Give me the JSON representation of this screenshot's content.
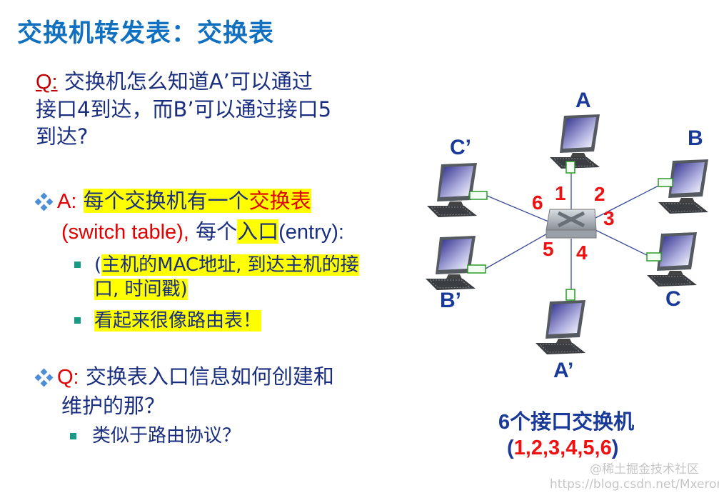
{
  "title": "交换机转发表：交换表",
  "question1": {
    "label": "Q:",
    "text_line1": " 交换机怎么知道A’可以通过",
    "text_line2": "接口4到达，而B’可以通过接口5",
    "text_line3": "到达?"
  },
  "answer": {
    "label": "A:",
    "hl_text": "每个交换机有一个",
    "hl_red": "交换表",
    "line2_red": "(switch table),",
    "line2_text": " 每个",
    "line2_hl": "入口",
    "line2_end": "(entry):",
    "bullets": [
      {
        "prefix": "(",
        "hl1": "主机的MAC地址, 到达主机的接",
        "hl2": "口, 时间戳)"
      },
      {
        "hl1": "看起来很像路由表！"
      }
    ]
  },
  "question2": {
    "label": "Q:",
    "text_line1": " 交换表入口信息如何创建和",
    "text_line2": "维护的那？",
    "bullets": [
      "类似于路由协议？"
    ]
  },
  "diagram": {
    "hosts": [
      "A",
      "B",
      "C",
      "A’",
      "B’",
      "C’"
    ],
    "ports": [
      "1",
      "2",
      "3",
      "4",
      "5",
      "6"
    ],
    "caption_line1": "6个接口交换机",
    "caption_open": "(",
    "caption_ports": "1,2,3,4,5,6",
    "caption_close": ")",
    "colors": {
      "port_label": "#ee1111",
      "host_label": "#1a3a9a",
      "link": "#3a4a9a",
      "adapter": "#2a9a2a"
    }
  },
  "watermark": {
    "line1": "@稀土掘金技术社区",
    "line2": "https://blog.csdn.net/Mxeron"
  }
}
